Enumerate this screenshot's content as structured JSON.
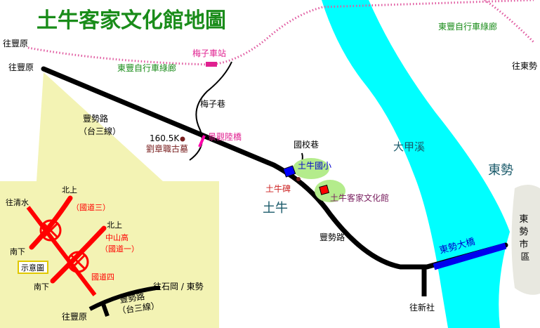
{
  "title": "土牛客家文化館地圖",
  "colors": {
    "background": "#ffffff",
    "river": "#00ffff",
    "road": "#000000",
    "title_green": "#1a8c1a",
    "bikeway": "#e05aa0",
    "station": "#e02090",
    "bridge_blue": "#0000ee",
    "inset_bg": "#f3f3b4",
    "freeway_red": "#ff0000",
    "town_grey": "#e8e8e0",
    "dark_red": "#7a2020",
    "teal_label": "#1a5a6a"
  },
  "labels": {
    "to_fengyuan_top": "往豐原",
    "to_fengyuan_left": "往豐原",
    "to_dongshi": "往東勢",
    "bikeway_east": "東豐自行車綠廊",
    "bikeway_west": "東豐自行車綠廊",
    "meizi_station": "梅子車站",
    "meizi_lane": "梅子巷",
    "fengshi_road": "豐勢路",
    "route3": "（台三線）",
    "km_marker": "160.5K",
    "tomb": "劉章職古墓",
    "bridge_jingguan": "景觀陸橋",
    "school_lane": "國校巷",
    "school": "土牛國小",
    "stele": "土牛碑",
    "museum": "土牛客家文化館",
    "village": "土牛",
    "river": "大甲溪",
    "town_east": "東勢",
    "fengshi_road_2": "豐勢路",
    "dongshi_bridge": "東勢大橋",
    "town_district": "東勢市區",
    "to_xinshe": "往新社"
  },
  "inset": {
    "north_1": "北上",
    "to_qingshui": "往清水",
    "freeway_3": "（國道三）",
    "north_2": "北上",
    "expressway": "中山高",
    "freeway_1": "（國道一）",
    "south_1": "南下",
    "legend": "示意圖",
    "freeway_4": "國道四",
    "south_2": "南下",
    "to_shigang": "往石岡 / 東勢",
    "road": "豐勢路",
    "route": "（台三線）",
    "to_fengyuan": "往豐原"
  }
}
